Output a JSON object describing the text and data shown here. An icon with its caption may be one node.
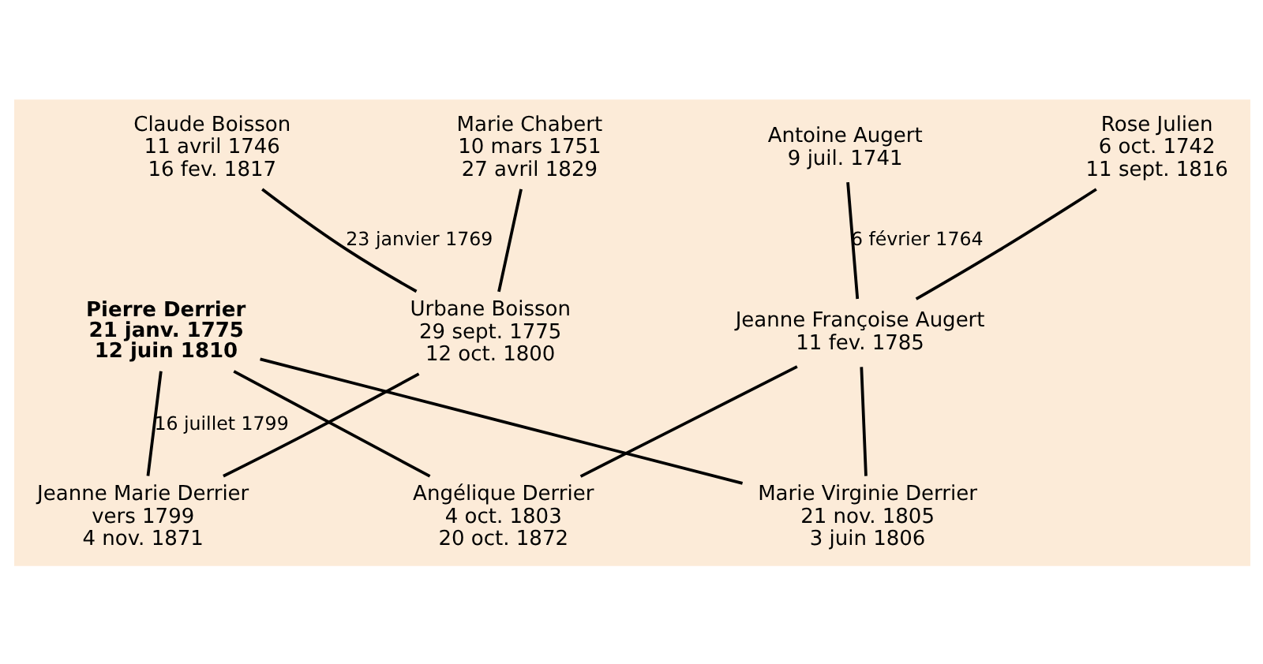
{
  "diagram": {
    "nodes": [
      {
        "text": [
          "Claude Boisson",
          "11 avril 1746",
          "16 fev. 1817"
        ]
      },
      {
        "text": [
          "Marie Chabert",
          "10 mars 1751",
          "27 avril 1829"
        ]
      },
      {
        "text": [
          "Antoine Augert",
          "9 juil. 1741"
        ]
      },
      {
        "text": [
          "Rose Julien",
          "6 oct. 1742",
          "11 sept. 1816"
        ]
      },
      {
        "text": [
          "Pierre Derrier",
          "21 janv. 1775",
          "12 juin 1810"
        ]
      },
      {
        "text": [
          "Urbane Boisson",
          "29 sept. 1775",
          "12 oct. 1800"
        ]
      },
      {
        "text": [
          "Jeanne Françoise Augert",
          "11 fev. 1785"
        ]
      },
      {
        "text": [
          "Jeanne Marie Derrier",
          "vers 1799",
          "4 nov. 1871"
        ]
      },
      {
        "text": [
          "Angélique Derrier",
          "4 oct. 1803",
          "20 oct. 1872"
        ]
      },
      {
        "text": [
          "Marie Virginie Derrier",
          "21 nov. 1805",
          "3 juin 1806"
        ]
      }
    ],
    "edges": [
      {
        "from": 0,
        "to": 5,
        "arrow": "none",
        "label": "23 janvier 1769"
      },
      {
        "from": 1,
        "to": 5,
        "arrow": "none"
      },
      {
        "from": 2,
        "to": 6,
        "arrow": "none",
        "label": "6 février 1764"
      },
      {
        "from": 3,
        "to": 6,
        "arrow": "none"
      },
      {
        "from": 4,
        "to": 7,
        "arrow": "none",
        "label": "16 juillet 1799"
      },
      {
        "from": 5,
        "to": 7,
        "arrow": "none"
      },
      {
        "from": 4,
        "to": 8,
        "arrow": "none"
      },
      {
        "from": 6,
        "to": 8,
        "arrow": "none"
      },
      {
        "from": 4,
        "to": 9,
        "arrow": "none"
      },
      {
        "from": 6,
        "to": 9,
        "arrow": "none"
      }
    ]
  }
}
